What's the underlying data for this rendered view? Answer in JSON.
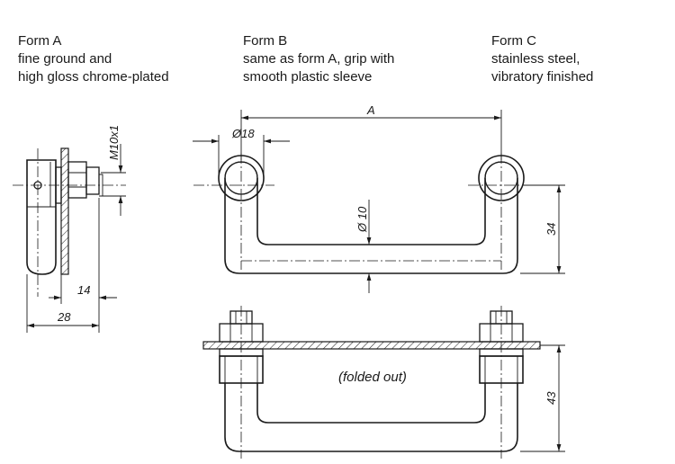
{
  "forms": [
    {
      "lines": [
        "Form A",
        "fine ground and",
        "high gloss chrome-plated"
      ]
    },
    {
      "lines": [
        "Form B",
        "same as form A, grip with",
        "smooth plastic sleeve"
      ]
    },
    {
      "lines": [
        "Form C",
        "stainless steel,",
        "vibratory finished"
      ]
    }
  ],
  "dimensions": {
    "side_thread": "M10x1",
    "side_14": "14",
    "side_28": "28",
    "length": "A",
    "boss_dia": "Ø18",
    "rod_dia": "Ø 10",
    "height_34": "34",
    "height_43": "43"
  },
  "folded_label": "(folded out)"
}
